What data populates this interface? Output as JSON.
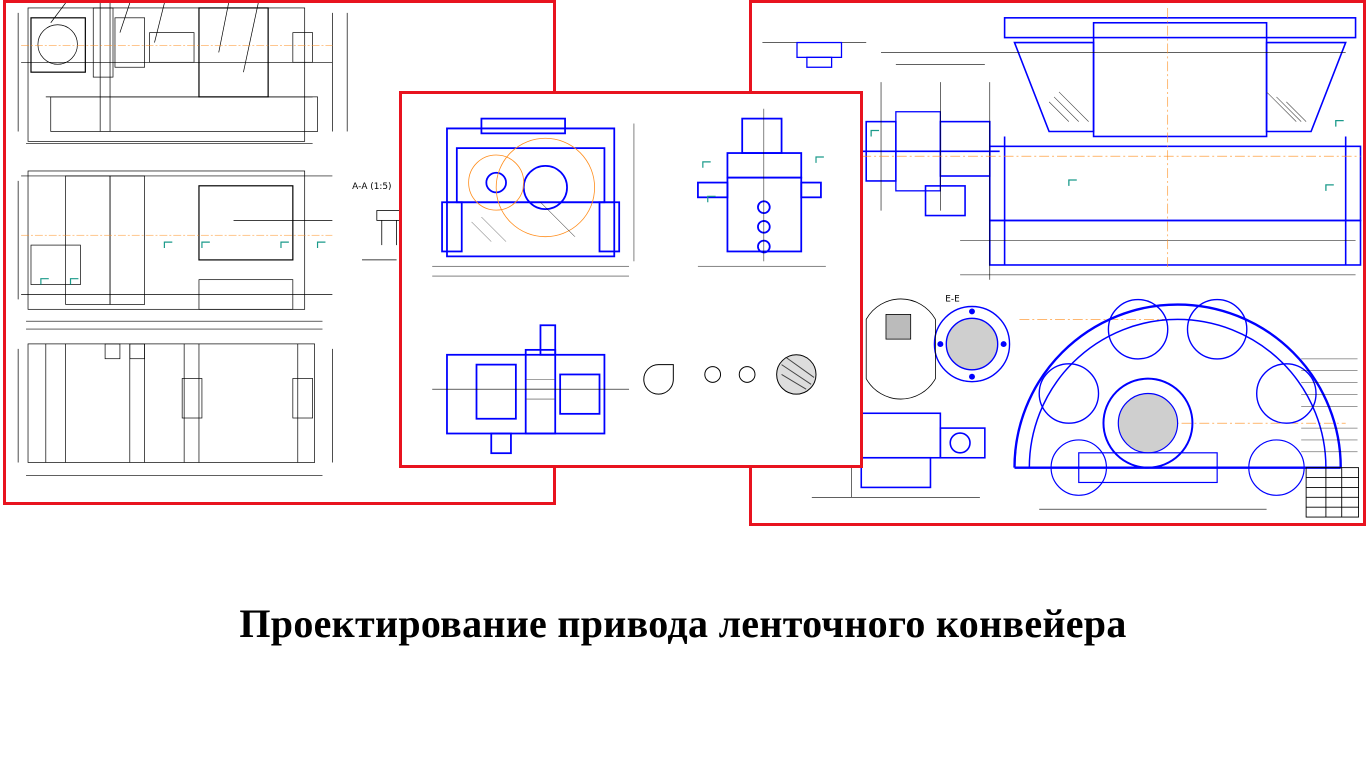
{
  "title": "Проектирование привода ленточного конвейера",
  "colors": {
    "frame": "#e8131f",
    "outline": "#0000ff",
    "dimension": "#000000",
    "centerline": "#ff8c1a",
    "hatch": "#444444"
  },
  "sheets": [
    {
      "name": "drive-assembly-drawing",
      "section_label": "А-А (1:5)"
    },
    {
      "name": "gearbox-drawing"
    },
    {
      "name": "drum-assembly-drawing",
      "section_label": "Е-Е"
    }
  ]
}
